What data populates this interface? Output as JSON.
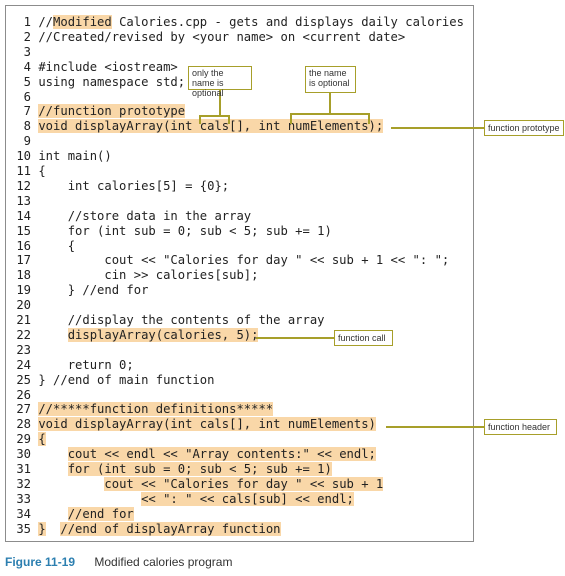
{
  "code": {
    "lines": [
      {
        "n": "1",
        "segs": [
          {
            "t": "//"
          },
          {
            "t": "Modified",
            "hl": true
          },
          {
            "t": " Calories.cpp - gets and displays daily calories"
          }
        ]
      },
      {
        "n": "2",
        "segs": [
          {
            "t": "//Created/revised by <your name> on <current date>"
          }
        ]
      },
      {
        "n": "3",
        "segs": [
          {
            "t": ""
          }
        ]
      },
      {
        "n": "4",
        "segs": [
          {
            "t": "#include <iostream>"
          }
        ]
      },
      {
        "n": "5",
        "segs": [
          {
            "t": "using namespace std;"
          }
        ]
      },
      {
        "n": "6",
        "segs": [
          {
            "t": ""
          }
        ]
      },
      {
        "n": "7",
        "segs": [
          {
            "t": "//function prototype",
            "hl": true
          }
        ]
      },
      {
        "n": "8",
        "segs": [
          {
            "t": "void displayArray(int cals[], int numElements);",
            "hl": true
          }
        ]
      },
      {
        "n": "9",
        "segs": [
          {
            "t": ""
          }
        ]
      },
      {
        "n": "10",
        "segs": [
          {
            "t": "int main()"
          }
        ]
      },
      {
        "n": "11",
        "segs": [
          {
            "t": "{"
          }
        ]
      },
      {
        "n": "12",
        "segs": [
          {
            "t": "    int calories[5] = {0};"
          }
        ]
      },
      {
        "n": "13",
        "segs": [
          {
            "t": ""
          }
        ]
      },
      {
        "n": "14",
        "segs": [
          {
            "t": "    //store data in the array"
          }
        ]
      },
      {
        "n": "15",
        "segs": [
          {
            "t": "    for (int sub = 0; sub < 5; sub += 1)"
          }
        ]
      },
      {
        "n": "16",
        "segs": [
          {
            "t": "    {"
          }
        ]
      },
      {
        "n": "17",
        "segs": [
          {
            "t": "         cout << \"Calories for day \" << sub + 1 << \": \";"
          }
        ]
      },
      {
        "n": "18",
        "segs": [
          {
            "t": "         cin >> calories[sub];"
          }
        ]
      },
      {
        "n": "19",
        "segs": [
          {
            "t": "    } //end for"
          }
        ]
      },
      {
        "n": "20",
        "segs": [
          {
            "t": ""
          }
        ]
      },
      {
        "n": "21",
        "segs": [
          {
            "t": "    //display the contents of the array"
          }
        ]
      },
      {
        "n": "22",
        "segs": [
          {
            "t": "    "
          },
          {
            "t": "displayArray(calories, 5);",
            "hl": true
          }
        ]
      },
      {
        "n": "23",
        "segs": [
          {
            "t": ""
          }
        ]
      },
      {
        "n": "24",
        "segs": [
          {
            "t": "    return 0;"
          }
        ]
      },
      {
        "n": "25",
        "segs": [
          {
            "t": "} //end of main function"
          }
        ]
      },
      {
        "n": "26",
        "segs": [
          {
            "t": ""
          }
        ]
      },
      {
        "n": "27",
        "segs": [
          {
            "t": "//*****function definitions*****",
            "hl": true
          }
        ]
      },
      {
        "n": "28",
        "segs": [
          {
            "t": "void displayArray(int cals[], int numElements)",
            "hl": true
          }
        ]
      },
      {
        "n": "29",
        "segs": [
          {
            "t": "{",
            "hl": true
          }
        ]
      },
      {
        "n": "30",
        "segs": [
          {
            "t": "    "
          },
          {
            "t": "cout << endl << \"Array contents:\" << endl;",
            "hl": true
          }
        ]
      },
      {
        "n": "31",
        "segs": [
          {
            "t": "    "
          },
          {
            "t": "for (int sub = 0; sub < 5; sub += 1)",
            "hl": true
          }
        ]
      },
      {
        "n": "32",
        "segs": [
          {
            "t": "         "
          },
          {
            "t": "cout << \"Calories for day \" << sub + 1",
            "hl": true
          }
        ]
      },
      {
        "n": "33",
        "segs": [
          {
            "t": "              "
          },
          {
            "t": "<< \": \" << cals[sub] << endl;",
            "hl": true
          }
        ]
      },
      {
        "n": "34",
        "segs": [
          {
            "t": "    "
          },
          {
            "t": "//end for",
            "hl": true
          }
        ]
      },
      {
        "n": "35",
        "segs": [
          {
            "t": "}",
            "hl": true
          },
          {
            "t": "  "
          },
          {
            "t": "//end of displayArray function",
            "hl": true
          }
        ]
      }
    ]
  },
  "callouts": {
    "name_optional": "only the name is optional",
    "the_name_optional": "the name is optional",
    "function_prototype": "function prototype",
    "function_call": "function call",
    "function_header": "function header"
  },
  "caption": {
    "figure_number": "Figure 11-19",
    "title": "Modified calories program"
  },
  "colors": {
    "highlight": "#f9d7a8",
    "callout_line": "#a79f2a",
    "figure_number": "#2c7fb0"
  }
}
